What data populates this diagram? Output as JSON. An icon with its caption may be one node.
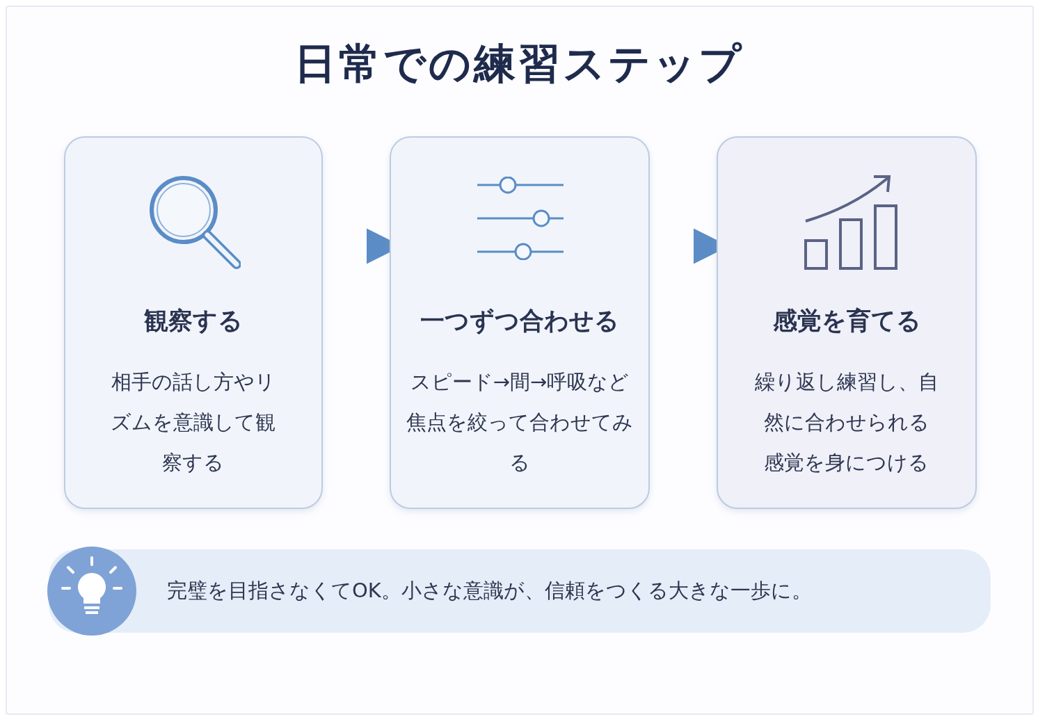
{
  "diagram": {
    "title": "日常での練習ステップ",
    "nodes": [
      {
        "text": [
          "観察する",
          "相手の話し方やリズムを意識して観察する"
        ]
      },
      {
        "text": [
          "一つずつ合わせる",
          "スピード→間→呼吸など焦点を絞って合わせてみる"
        ]
      },
      {
        "text": [
          "感覚を育てる",
          "繰り返し練習し、自然に合わせられる感覚を身につける"
        ]
      },
      {
        "text": [
          "完璧を目指さなくてOK。小さな意識が、信頼をつくる大きな一歩に。"
        ]
      }
    ],
    "edges": [
      {
        "from": 0,
        "to": 1,
        "arrow": "to"
      },
      {
        "from": 1,
        "to": 2,
        "arrow": "to"
      }
    ]
  }
}
